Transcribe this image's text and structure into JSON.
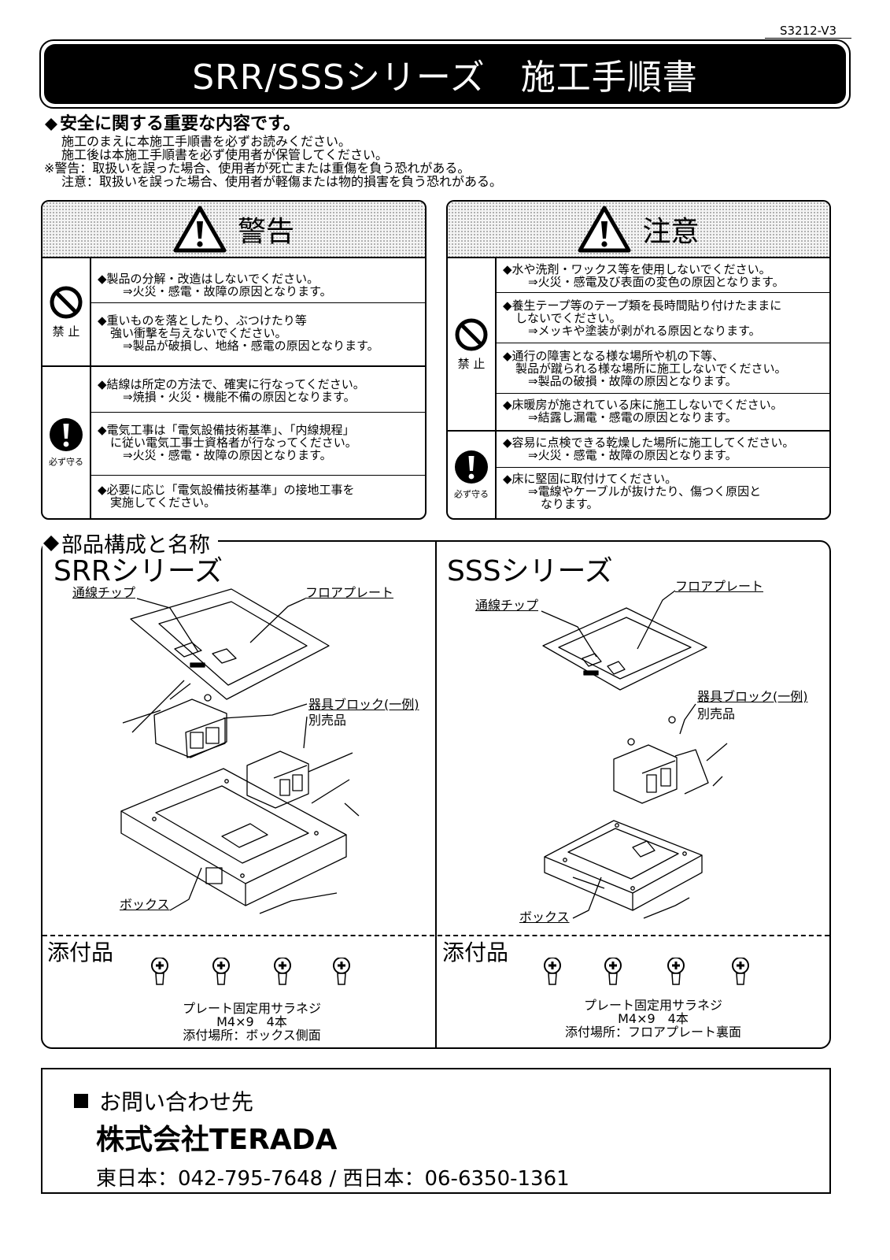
{
  "doc_id": "S3212-V3",
  "title": "SRR/SSSシリーズ　施工手順書",
  "intro": {
    "heading": "安全に関する重要な内容です。",
    "lines": [
      "施工のまえに本施工手順書を必ずお読みください。",
      "施工後は本施工手順書を必ず使用者が保管してください。",
      "※警告：取扱いを誤った場合、使用者が死亡または重傷を負う恐れがある。",
      "注意：取扱いを誤った場合、使用者が軽傷または物的損害を負う恐れがある。"
    ]
  },
  "warning_panel": {
    "title": "警告",
    "prohibit_label": "禁 止",
    "prohibit_items": [
      {
        "text": "◆製品の分解・改造はしないでください。",
        "cause": "⇒火災・感電・故障の原因となります。"
      },
      {
        "text": "◆重いものを落としたり、ぶつけたり等",
        "text2": "強い衝撃を与えないでください。",
        "cause": "⇒製品が破損し、地絡・感電の原因となります。"
      }
    ],
    "must_label": "必ず守る",
    "must_items": [
      {
        "text": "◆結線は所定の方法で、確実に行なってください。",
        "cause": "⇒焼損・火災・機能不備の原因となります。"
      },
      {
        "text": "◆電気工事は「電気設備技術基準」、「内線規程」",
        "text2": "に従い電気工事士資格者が行なってください。",
        "cause": "⇒火災・感電・故障の原因となります。"
      },
      {
        "text": "◆必要に応じ「電気設備技術基準」の接地工事を",
        "text2": "実施してください。"
      }
    ]
  },
  "caution_panel": {
    "title": "注意",
    "prohibit_label": "禁 止",
    "prohibit_items": [
      {
        "text": "◆水や洗剤・ワックス等を使用しないでください。",
        "cause": "⇒火災・感電及び表面の変色の原因となります。"
      },
      {
        "text": "◆養生テープ等のテープ類を長時間貼り付けたままに",
        "text2": "しないでください。",
        "cause": "⇒メッキや塗装が剥がれる原因となります。"
      },
      {
        "text": "◆通行の障害となる様な場所や机の下等、",
        "text2": "製品が蹴られる様な場所に施工しないでください。",
        "cause": "⇒製品の破損・故障の原因となります。"
      },
      {
        "text": "◆床暖房が施されている床に施工しないでください。",
        "cause": "⇒結露し漏電・感電の原因となります。"
      }
    ],
    "must_label": "必ず守る",
    "must_items": [
      {
        "text": "◆容易に点検できる乾燥した場所に施工してください。",
        "cause": "⇒火災・感電・故障の原因となります。"
      },
      {
        "text": "◆床に堅固に取付けてください。",
        "cause": "⇒電線やケーブルが抜けたり、傷つく原因と",
        "cause2": "なります。"
      }
    ]
  },
  "parts": {
    "heading": "部品構成と名称",
    "srr": {
      "title": "SRRシリーズ",
      "labels": {
        "chip": "通線チップ",
        "plate": "フロアプレート",
        "block": "器具ブロック(一例)",
        "sold": "別売品",
        "box": "ボックス"
      }
    },
    "sss": {
      "title": "SSSシリーズ",
      "labels": {
        "chip": "通線チップ",
        "plate": "フロアプレート",
        "block": "器具ブロック(一例)",
        "sold": "別売品",
        "box": "ボックス"
      }
    },
    "accessory_title": "添付品",
    "srr_acc": [
      "プレート固定用サラネジ",
      "M4×9　4本",
      "添付場所：ボックス側面"
    ],
    "sss_acc": [
      "プレート固定用サラネジ",
      "M4×9　4本",
      "添付場所：フロアプレート裏面"
    ]
  },
  "contact": {
    "label": "お問い合わせ先",
    "company": "株式会社TERADA",
    "phone": "東日本：042-795-7648 / 西日本：06-6350-1361"
  }
}
